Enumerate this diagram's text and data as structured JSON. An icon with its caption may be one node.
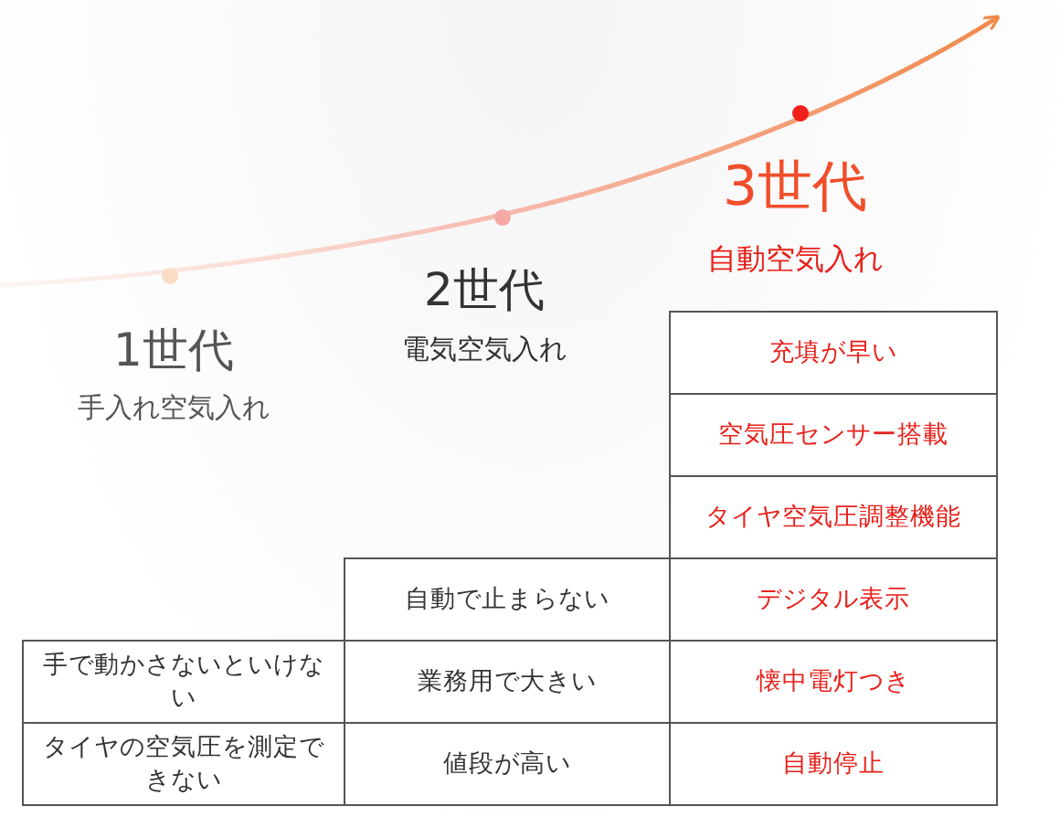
{
  "diagram": {
    "labels": [
      "3世代",
      "自動空気入れ",
      "2世代",
      "電気空気入れ",
      "1世代",
      "手入れ空気入れ",
      "充填が早い",
      "空気圧センサー搭載",
      "タイヤ空気圧調整機能",
      "自動で止まらない",
      "デジタル表示",
      "手で動かさないといけない",
      "業務用で大きい",
      "懐中電灯つき",
      "タイヤの空気圧を測定できない",
      "値段が高い",
      "自動停止"
    ]
  }
}
